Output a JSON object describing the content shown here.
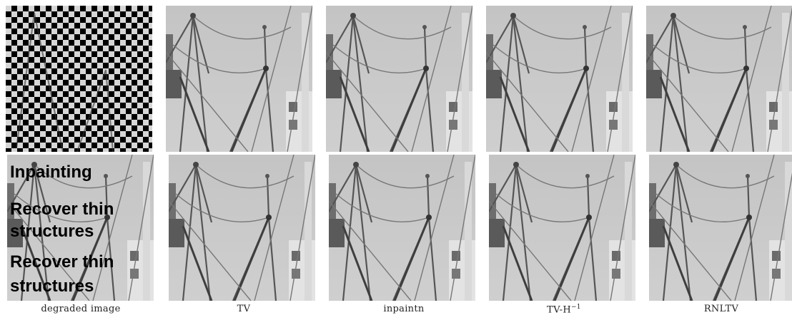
{
  "figure": {
    "captions": [
      "degraded image",
      "TV",
      "inpaintn",
      "TV-H",
      "RNLTV"
    ],
    "tv_h_exponent": "−1",
    "overlay": {
      "line1": "Inpainting",
      "line2": "Recover thin",
      "line3": "structures",
      "line4": "Recover thin",
      "line5": "structures"
    }
  }
}
